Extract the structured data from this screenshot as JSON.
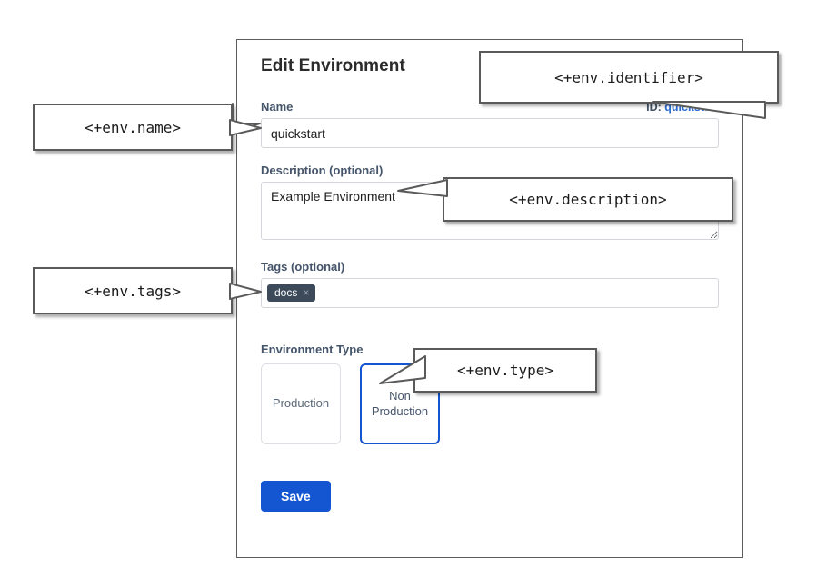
{
  "card": {
    "title": "Edit Environment",
    "id_label": "ID:",
    "id_value": "quickstart",
    "fields": {
      "name": {
        "label": "Name",
        "value": "quickstart",
        "placeholder": ""
      },
      "description": {
        "label": "Description (optional)",
        "value": "Example Environment",
        "placeholder": ""
      },
      "tags": {
        "label": "Tags (optional)",
        "chips": [
          {
            "text": "docs",
            "remove_icon": "×"
          }
        ]
      }
    },
    "environment_type": {
      "label": "Environment Type",
      "options": [
        {
          "label": "Production",
          "selected": false
        },
        {
          "label": "Non Production",
          "selected": true
        }
      ]
    },
    "save_label": "Save"
  },
  "callouts": {
    "name": "<+env.name>",
    "identifier": "<+env.identifier>",
    "description": "<+env.description>",
    "tags": "<+env.tags>",
    "type": "<+env.type>"
  },
  "colors": {
    "accent_blue": "#1456d2",
    "link_blue": "#2a6bd4",
    "label_slate": "#44546a",
    "chip_slate": "#3c4a5a",
    "card_border": "#5c5c5c"
  }
}
